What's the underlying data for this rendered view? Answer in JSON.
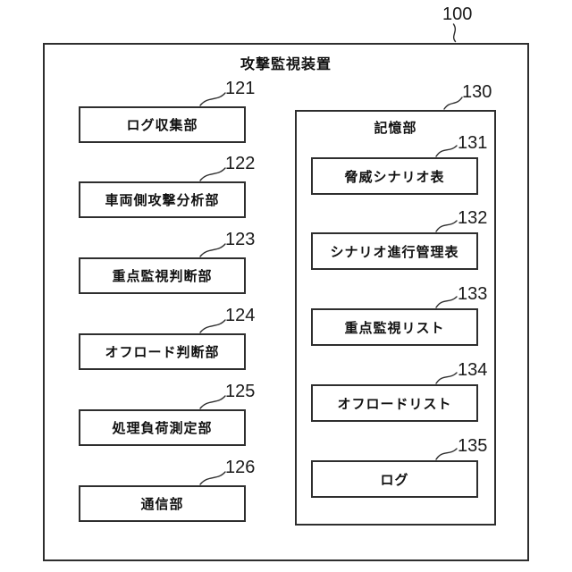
{
  "figure": {
    "device_ref": "100",
    "device_title": "攻撃監視装置",
    "left_units": [
      {
        "ref": "121",
        "label": "ログ収集部"
      },
      {
        "ref": "122",
        "label": "車両側攻撃分析部"
      },
      {
        "ref": "123",
        "label": "重点監視判断部"
      },
      {
        "ref": "124",
        "label": "オフロード判断部"
      },
      {
        "ref": "125",
        "label": "処理負荷測定部"
      },
      {
        "ref": "126",
        "label": "通信部"
      }
    ],
    "storage": {
      "ref": "130",
      "title": "記憶部",
      "items": [
        {
          "ref": "131",
          "label": "脅威シナリオ表"
        },
        {
          "ref": "132",
          "label": "シナリオ進行管理表"
        },
        {
          "ref": "133",
          "label": "重点監視リスト"
        },
        {
          "ref": "134",
          "label": "オフロードリスト"
        },
        {
          "ref": "135",
          "label": "ログ"
        }
      ]
    },
    "colors": {
      "line": "#2e2e2e",
      "background": "#ffffff",
      "text": "#111111"
    }
  }
}
